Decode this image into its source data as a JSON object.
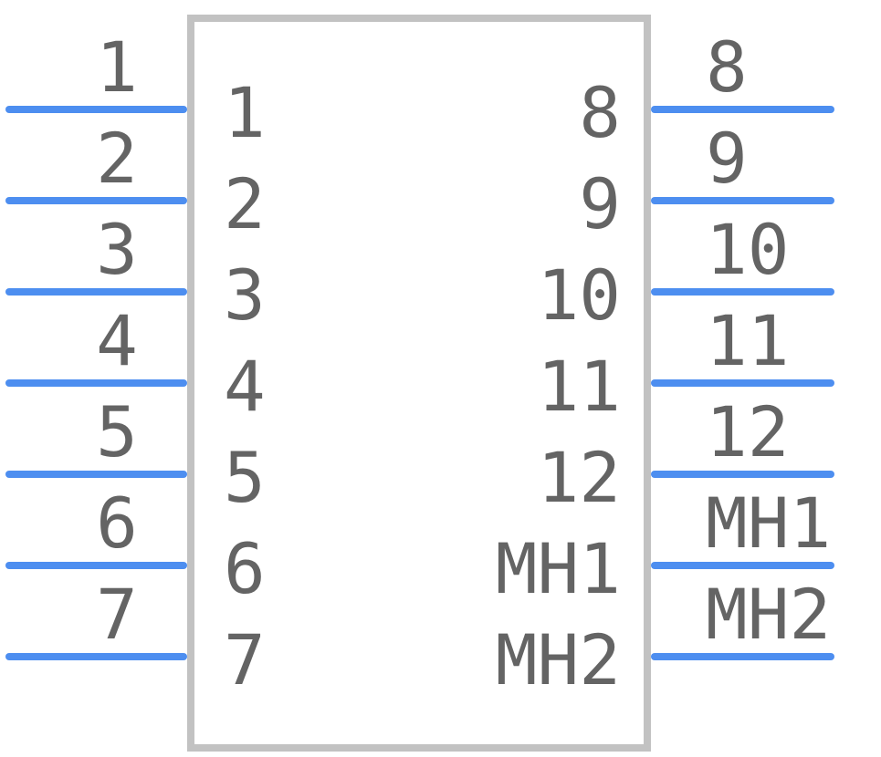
{
  "colors": {
    "body_outline": "#c2c2c2",
    "pin_line": "#4d8ef0",
    "text": "#646464",
    "background": "#ffffff"
  },
  "left_pins": [
    {
      "external": "1",
      "internal": "1"
    },
    {
      "external": "2",
      "internal": "2"
    },
    {
      "external": "3",
      "internal": "3"
    },
    {
      "external": "4",
      "internal": "4"
    },
    {
      "external": "5",
      "internal": "5"
    },
    {
      "external": "6",
      "internal": "6"
    },
    {
      "external": "7",
      "internal": "7"
    }
  ],
  "right_pins": [
    {
      "external": "8",
      "internal": "8"
    },
    {
      "external": "9",
      "internal": "9"
    },
    {
      "external": "10",
      "internal": "10"
    },
    {
      "external": "11",
      "internal": "11"
    },
    {
      "external": "12",
      "internal": "12"
    },
    {
      "external": "MH1",
      "internal": "MH1"
    },
    {
      "external": "MH2",
      "internal": "MH2"
    }
  ]
}
